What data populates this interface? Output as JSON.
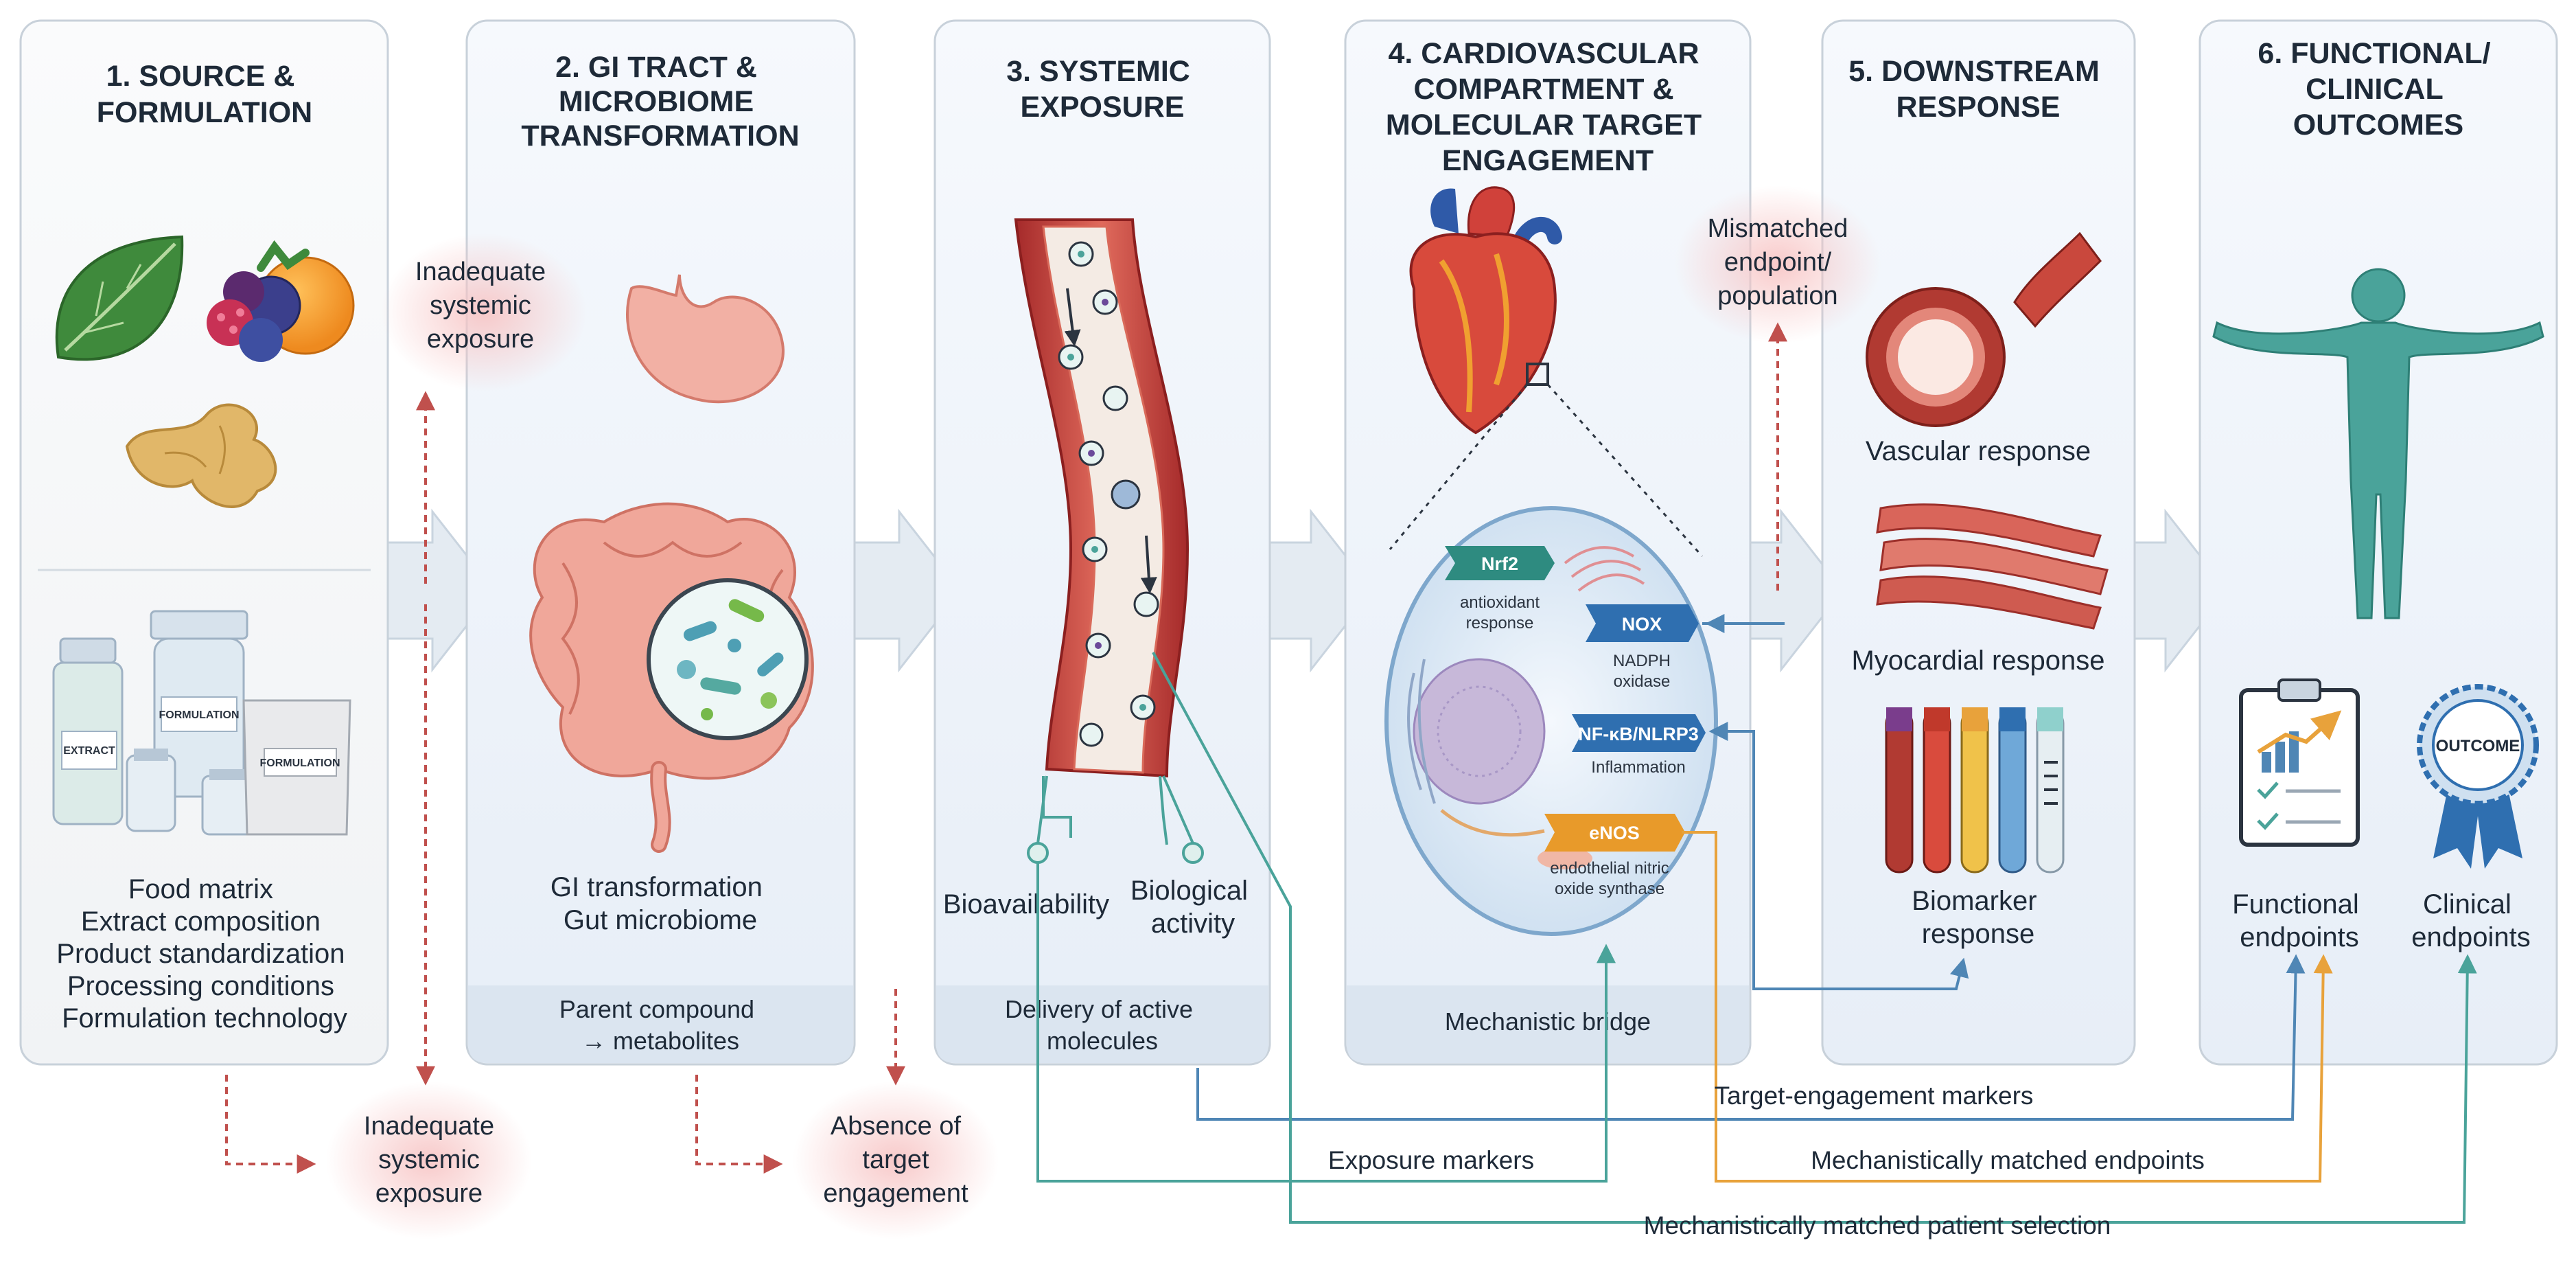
{
  "panels": [
    {
      "title": [
        "1. SOURCE &",
        "FORMULATION"
      ],
      "captions": [
        "Food matrix",
        "Extract composition",
        "Product standardization",
        "Processing conditions",
        "Formulation technology"
      ]
    },
    {
      "title": [
        "2. GI TRACT &",
        "MICROBIOME",
        "TRANSFORMATION"
      ],
      "captions": [
        "GI transformation",
        "Gut microbiome"
      ],
      "footer": [
        "Parent compound",
        "→ metabolites"
      ]
    },
    {
      "title": [
        "3. SYSTEMIC",
        "EXPOSURE"
      ],
      "captions": [
        "Bioavailability",
        "Biological",
        "activity"
      ],
      "footer": [
        "Delivery of active",
        "molecules"
      ]
    },
    {
      "title": [
        "4. CARDIOVASCULAR",
        "COMPARTMENT &",
        "MOLECULAR TARGET",
        "ENGAGEMENT"
      ],
      "footer": [
        "Mechanistic bridge"
      ]
    },
    {
      "title": [
        "5. DOWNSTREAM",
        "RESPONSE"
      ],
      "captions": [
        "Vascular response",
        "Myocardial response",
        "Biomarker",
        "response"
      ]
    },
    {
      "title": [
        "6. FUNCTIONAL/",
        "CLINICAL",
        "OUTCOMES"
      ],
      "captions": [
        "Functional",
        "endpoints",
        "Clinical",
        "endpoints"
      ]
    }
  ],
  "packages": {
    "extract": "EXTRACT",
    "formulation": "FORMULATION",
    "formulation2": "FORMULATION"
  },
  "badge": "OUTCOME",
  "targets": [
    {
      "name": "Nrf2",
      "desc": [
        "antioxidant",
        "response"
      ],
      "color": "#2e8b80"
    },
    {
      "name": "NOX",
      "desc": [
        "NADPH",
        "oxidase"
      ],
      "color": "#2f6fb0"
    },
    {
      "name": "NF-κB/NLRP3",
      "desc": [
        "Inflammation"
      ],
      "color": "#2f6fb0"
    },
    {
      "name": "eNOS",
      "desc": [
        "endothelial nitric",
        "oxide synthase"
      ],
      "color": "#e89a2a"
    }
  ],
  "warnings": {
    "w1": [
      "Inadequate",
      "systemic",
      "exposure"
    ],
    "w2": [
      "Inadequate",
      "systemic",
      "exposure"
    ],
    "w3": [
      "Absence of",
      "target",
      "engagement"
    ],
    "w4": [
      "Mismatched",
      "endpoint/",
      "population"
    ]
  },
  "lines": {
    "target": "Target-engagement markers",
    "exposure": "Exposure markers",
    "mech": "Mechanistically matched endpoints",
    "patient": "Mechanistically matched patient selection"
  },
  "colors": {
    "teal": "#4aa39a",
    "blue": "#4f86b5",
    "orange": "#e8a23b",
    "warn": "#c0504d"
  }
}
